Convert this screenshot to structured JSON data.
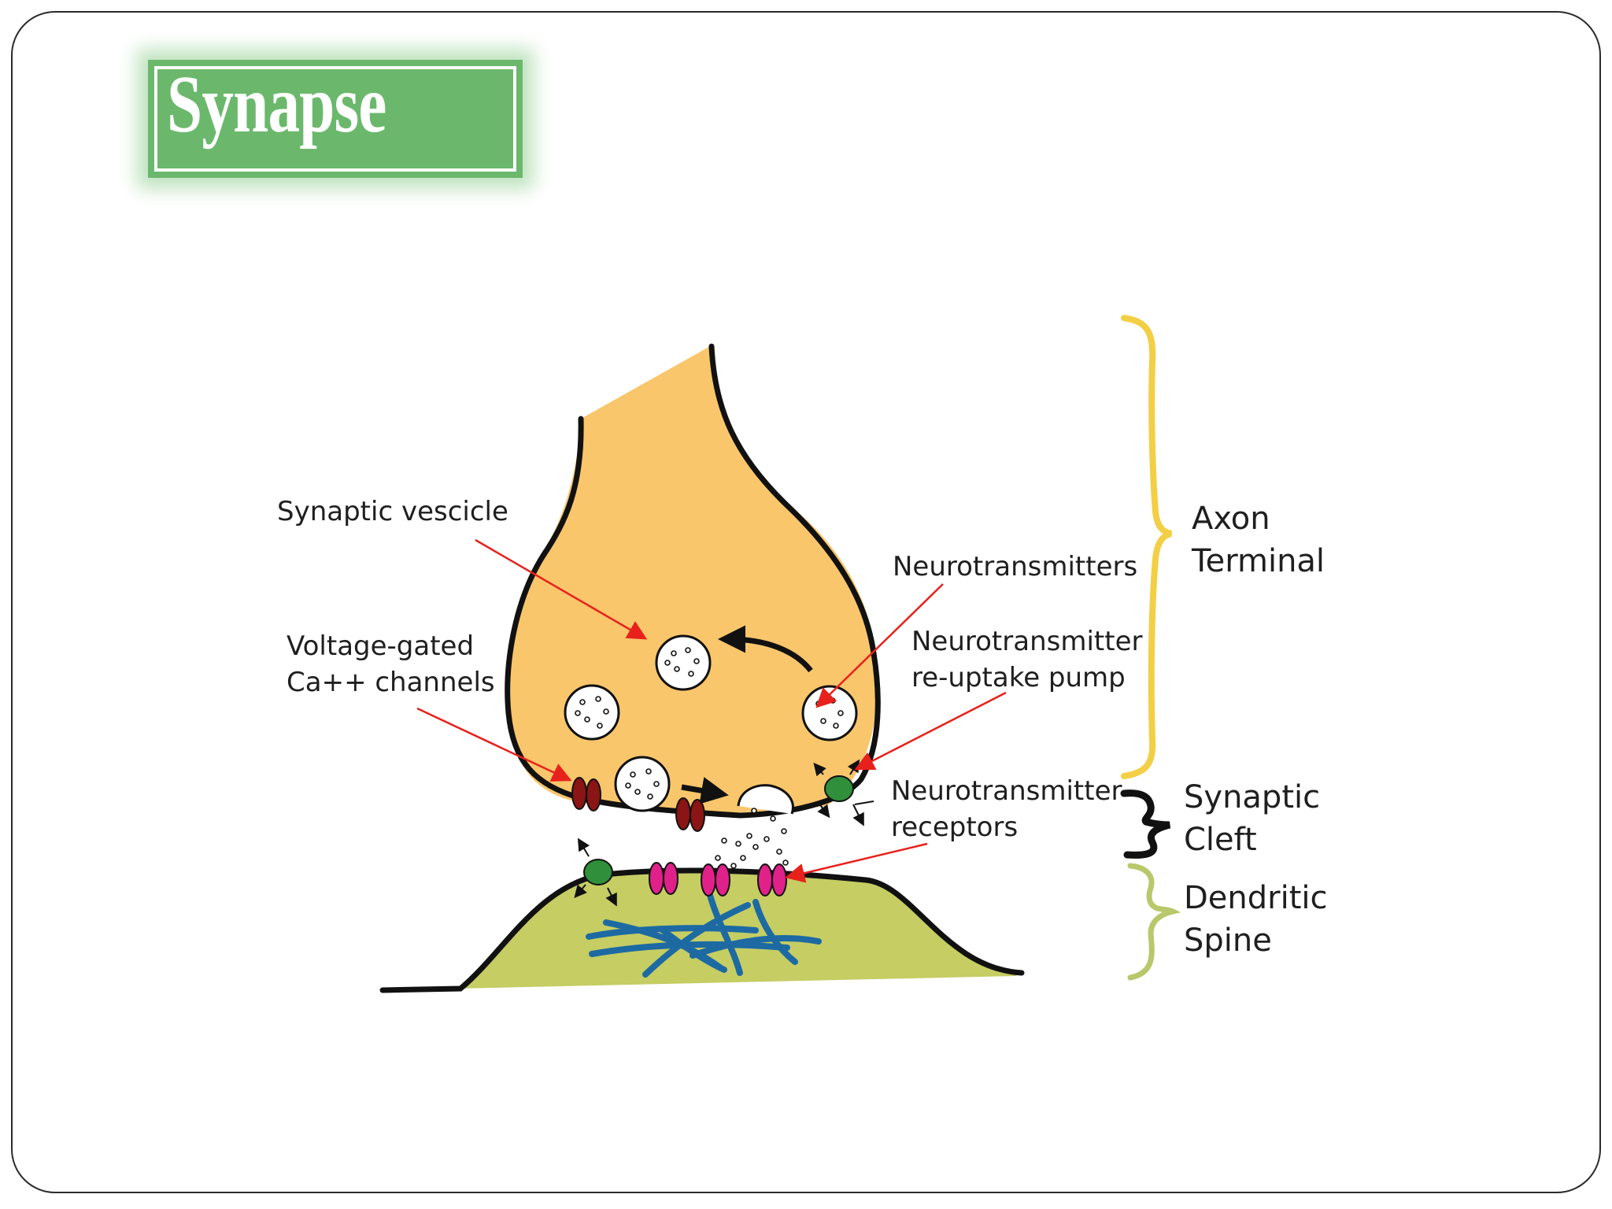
{
  "title": "Synapse",
  "labels": {
    "synaptic_vescicle": "Synaptic vescicle",
    "vg_line1": "Voltage-gated",
    "vg_line2": "Ca++ channels",
    "neurotransmitters": "Neurotransmitters",
    "pump_line1": "Neurotransmitter",
    "pump_line2": "re-uptake pump",
    "rec_line1": "Neurotransmitter",
    "rec_line2": "receptors",
    "axon_line1": "Axon",
    "axon_line2": "Terminal",
    "cleft_line1": "Synaptic",
    "cleft_line2": "Cleft",
    "spine_line1": "Dendritic",
    "spine_line2": "Spine"
  },
  "colors": {
    "title_bg": "#6bb86d",
    "axon_fill": "#f9c66b",
    "spine_fill": "#c5cd63",
    "axon_brace": "#f2cf45",
    "spine_brace": "#b8c86a",
    "arrow_red": "#e8211c",
    "ca_channel": "#8b1414",
    "receptor": "#e0218a",
    "pump": "#2f8f3a",
    "cytoskeleton": "#1d6aa3"
  }
}
